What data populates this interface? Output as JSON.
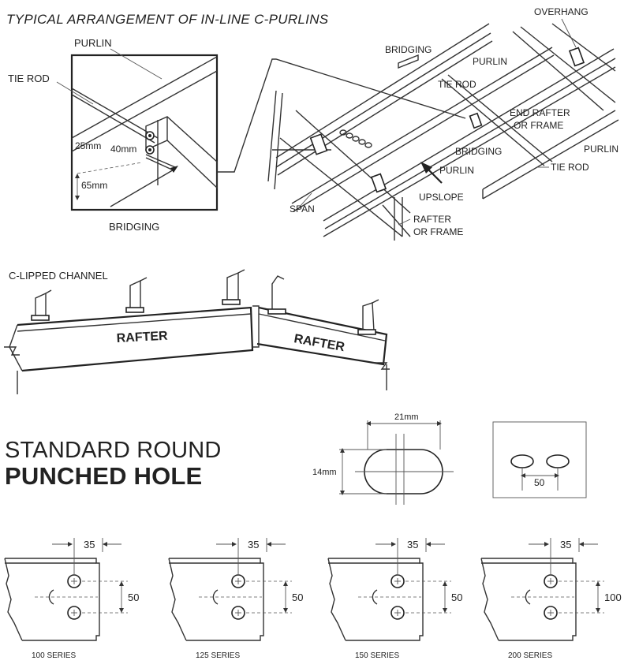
{
  "arrangement": {
    "title": "TYPICAL ARRANGEMENT OF IN-LINE C-PURLINS",
    "inset_labels": {
      "purlin": "PURLIN",
      "tie_rod": "TIE ROD",
      "dim_25": "25mm",
      "dim_40": "40mm",
      "dim_65": "65mm",
      "bridging": "BRIDGING"
    },
    "main_labels": {
      "overhang": "OVERHANG",
      "bridging_top": "BRIDGING",
      "purlin_top": "PURLIN",
      "tie_rod_mid": "TIE ROD",
      "end_rafter_1": "END RAFTER",
      "end_rafter_2": "OR FRAME",
      "purlin_right": "PURLIN",
      "bridging_mid": "BRIDGING",
      "tie_rod_right": "TIE ROD",
      "purlin_mid": "PURLIN",
      "upslope": "UPSLOPE",
      "span": "SPAN",
      "rafter_1": "RAFTER",
      "rafter_2": "OR FRAME"
    }
  },
  "channel": {
    "title": "C-LIPPED CHANNEL",
    "rafter_left": "RAFTER",
    "rafter_right": "RAFTER"
  },
  "punched_hole": {
    "heading_line1": "STANDARD ROUND",
    "heading_line2": "PUNCHED HOLE",
    "width_label": "21mm",
    "height_label": "14mm",
    "spacing_label": "50"
  },
  "series": [
    {
      "name": "100 SERIES",
      "offset": "35",
      "spacing": "50"
    },
    {
      "name": "125 SERIES",
      "offset": "35",
      "spacing": "50"
    },
    {
      "name": "150 SERIES",
      "offset": "35",
      "spacing": "50"
    },
    {
      "name": "200 SERIES",
      "offset": "35",
      "spacing": "100"
    }
  ]
}
